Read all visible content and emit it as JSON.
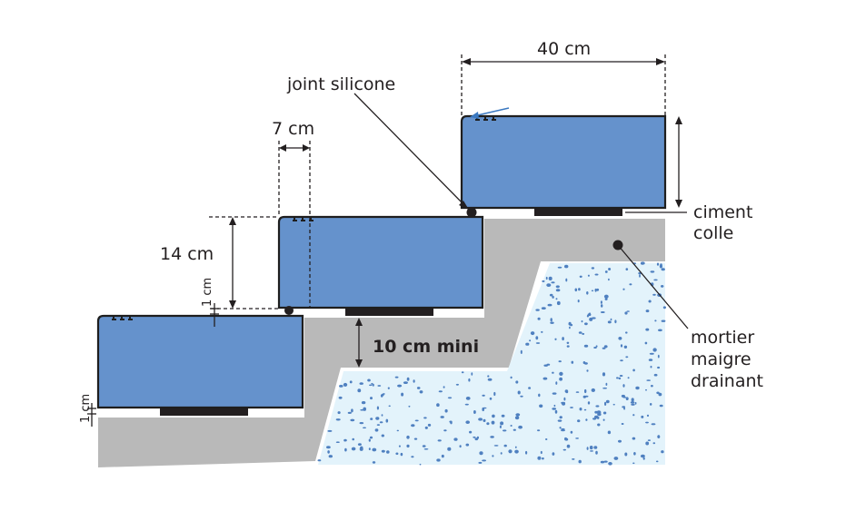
{
  "labels": {
    "width_40": "40 cm",
    "joint_silicone": "joint silicone",
    "width_7": "7 cm",
    "height_14": "14 cm",
    "gap_1a": "1 cm",
    "gap_1b": "1 cm",
    "mini_10": "10 cm mini",
    "ciment_1": "ciment",
    "ciment_2": "colle",
    "mortier_1": "mortier",
    "mortier_2": "maigre",
    "mortier_3": "drainant"
  },
  "colors": {
    "block": "#6592cc",
    "outline": "#1e1e1e",
    "concrete": "#b9b9b9",
    "drainage": "#e3f3fb",
    "aggregate": "#4f80c0",
    "arrow_accent": "#3a78c0"
  }
}
